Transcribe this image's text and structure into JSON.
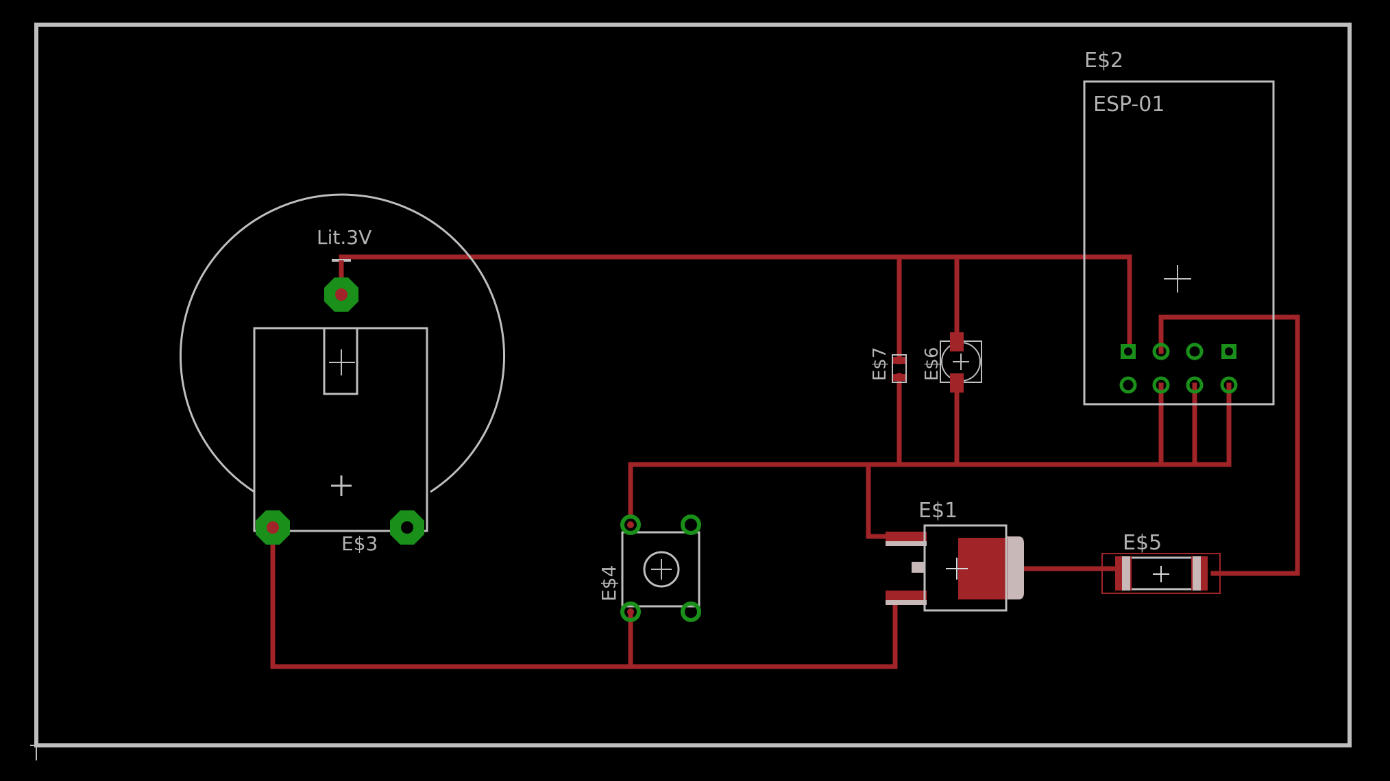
{
  "colors": {
    "background": "#000000",
    "board_outline": "#bfbfbf",
    "silkscreen": "#b3b3b3",
    "trace": "#a12429",
    "smd_pad": "#a12429",
    "smd_pad_light": "#c8b8b8",
    "through_hole_pad": "#1a8f1a"
  },
  "parts": {
    "battery": {
      "value": "Lit.3V",
      "name": "E$3"
    },
    "esp": {
      "name": "E$2",
      "value": "ESP-01"
    },
    "regulator": {
      "name": "E$1"
    },
    "button": {
      "name": "E$4"
    },
    "resistor": {
      "name": "E$5"
    },
    "capacitor": {
      "name": "E$7"
    },
    "electrolytic": {
      "name": "E$6"
    }
  },
  "icons": {
    "origin_cross": "plus-icon",
    "through_hole_pad": "octagon-pad-icon"
  }
}
